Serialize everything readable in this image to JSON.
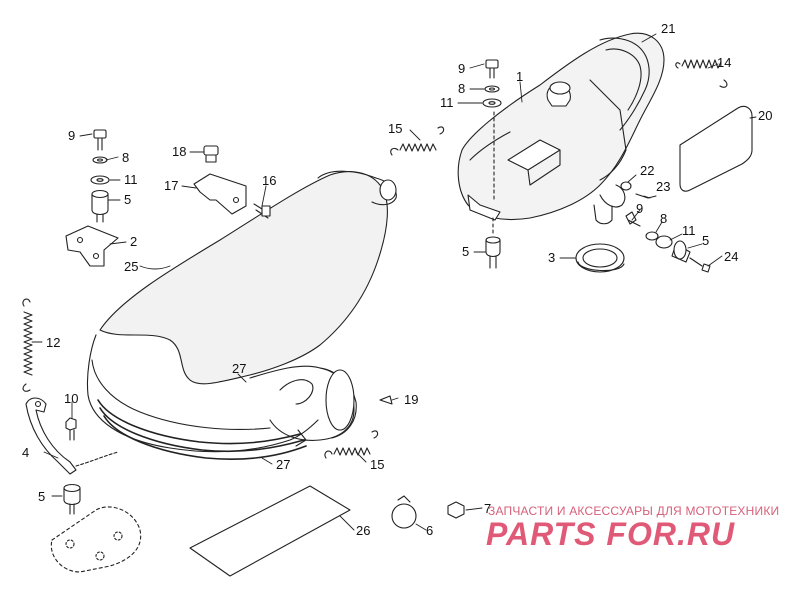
{
  "diagram": {
    "callouts": [
      {
        "id": "c-21",
        "text": "21"
      },
      {
        "id": "c-14",
        "text": "14"
      },
      {
        "id": "c-9a",
        "text": "9"
      },
      {
        "id": "c-8a",
        "text": "8"
      },
      {
        "id": "c-11a",
        "text": "11"
      },
      {
        "id": "c-1",
        "text": "1"
      },
      {
        "id": "c-20",
        "text": "20"
      },
      {
        "id": "c-15a",
        "text": "15"
      },
      {
        "id": "c-9b",
        "text": "9"
      },
      {
        "id": "c-8b",
        "text": "8"
      },
      {
        "id": "c-11b",
        "text": "11"
      },
      {
        "id": "c-5a",
        "text": "5"
      },
      {
        "id": "c-2",
        "text": "2"
      },
      {
        "id": "c-18",
        "text": "18"
      },
      {
        "id": "c-17",
        "text": "17"
      },
      {
        "id": "c-16",
        "text": "16"
      },
      {
        "id": "c-25",
        "text": "25"
      },
      {
        "id": "c-22",
        "text": "22"
      },
      {
        "id": "c-23",
        "text": "23"
      },
      {
        "id": "c-9c",
        "text": "9"
      },
      {
        "id": "c-8c",
        "text": "8"
      },
      {
        "id": "c-11c",
        "text": "11"
      },
      {
        "id": "c-5b",
        "text": "5"
      },
      {
        "id": "c-24",
        "text": "24"
      },
      {
        "id": "c-5c",
        "text": "5"
      },
      {
        "id": "c-3",
        "text": "3"
      },
      {
        "id": "c-12",
        "text": "12"
      },
      {
        "id": "c-27a",
        "text": "27"
      },
      {
        "id": "c-19",
        "text": "19"
      },
      {
        "id": "c-10",
        "text": "10"
      },
      {
        "id": "c-4",
        "text": "4"
      },
      {
        "id": "c-27b",
        "text": "27"
      },
      {
        "id": "c-15b",
        "text": "15"
      },
      {
        "id": "c-5d",
        "text": "5"
      },
      {
        "id": "c-26",
        "text": "26"
      },
      {
        "id": "c-6",
        "text": "6"
      },
      {
        "id": "c-7",
        "text": "7"
      }
    ]
  },
  "watermark": {
    "tagline": "ЗАПЧАСТИ И АКСЕССУАРЫ ДЛЯ МОТОТЕХНИКИ",
    "logo": "PARTS FOR.RU",
    "color": "#e05a78"
  }
}
